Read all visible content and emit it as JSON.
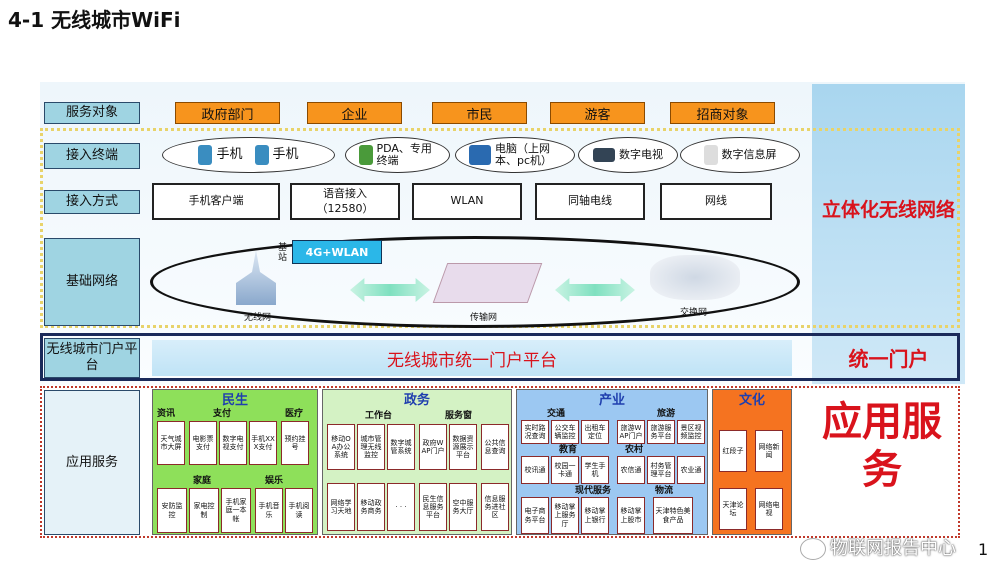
{
  "title": "4-1 无线城市WiFi",
  "page_number": "1",
  "labels": {
    "service_target": "服务对象",
    "terminal": "接入终端",
    "access": "接入方式",
    "network": "基础网络",
    "portal": "无线城市门户平台",
    "app": "应用服务"
  },
  "targets": [
    "政府部门",
    "企业",
    "市民",
    "游客",
    "招商对象"
  ],
  "terminals": {
    "phone": "手机",
    "pda": "PDA、专用终端",
    "pc": "电脑（上网本、pc机）",
    "tv": "数字电视",
    "screen": "数字信息屏"
  },
  "access": [
    "手机客户端",
    "语音接入（12580）",
    "WLAN",
    "同轴电线",
    "网线"
  ],
  "network": {
    "tag": "4G+WLAN",
    "base_station": "基站",
    "wireless": "无线网",
    "transport": "传输网",
    "switch": "交换网"
  },
  "right": {
    "wireless": "立体化无线网络",
    "portal": "统一门户",
    "app": "应用服务"
  },
  "portal_bar": "无线城市统一门户平台",
  "panels": {
    "minsheng": {
      "title": "民生",
      "subs": [
        "资讯",
        "支付",
        "医疗",
        "家庭",
        "娱乐"
      ],
      "cells": [
        "天气城市大屏",
        "电影票支付",
        "数字电视支付",
        "手机XXX支付",
        "预约挂号",
        "安防监控",
        "家电控制",
        "手机家庭一本帐",
        "手机音乐",
        "手机阅读"
      ]
    },
    "zhengwu": {
      "title": "政务",
      "subs": [
        "工作台",
        "服务窗"
      ],
      "cells": [
        "移动OA办公系统",
        "城市管理无线监控",
        "数字城管系统",
        "政府WAP门户",
        "数据资源展示平台",
        "公共信息查询",
        "网络学习天地",
        "移动政务商务",
        "· · ·",
        "民生信息服务平台",
        "空中服务大厅",
        "信息服务进社区"
      ]
    },
    "chanye": {
      "title": "产业",
      "subs": [
        "交通",
        "旅游",
        "教育",
        "农村",
        "现代服务",
        "物流"
      ],
      "cells": [
        "实时路况查询",
        "公交车辆监控",
        "出租车定位",
        "旅游WAP门户",
        "旅游服务平台",
        "景区视频监控",
        "校讯通",
        "校园一卡通",
        "学生手机",
        "农信通",
        "村务管理平台",
        "农业通",
        "电子商务平台",
        "移动掌上服务厅",
        "移动掌上银行",
        "移动掌上股市",
        "天津特色美食产品"
      ]
    },
    "wenhua": {
      "title": "文化",
      "cells": [
        "红段子",
        "网络新闻",
        "天津论坛",
        "网络电视"
      ]
    }
  },
  "watermark": "物联网报告中心"
}
